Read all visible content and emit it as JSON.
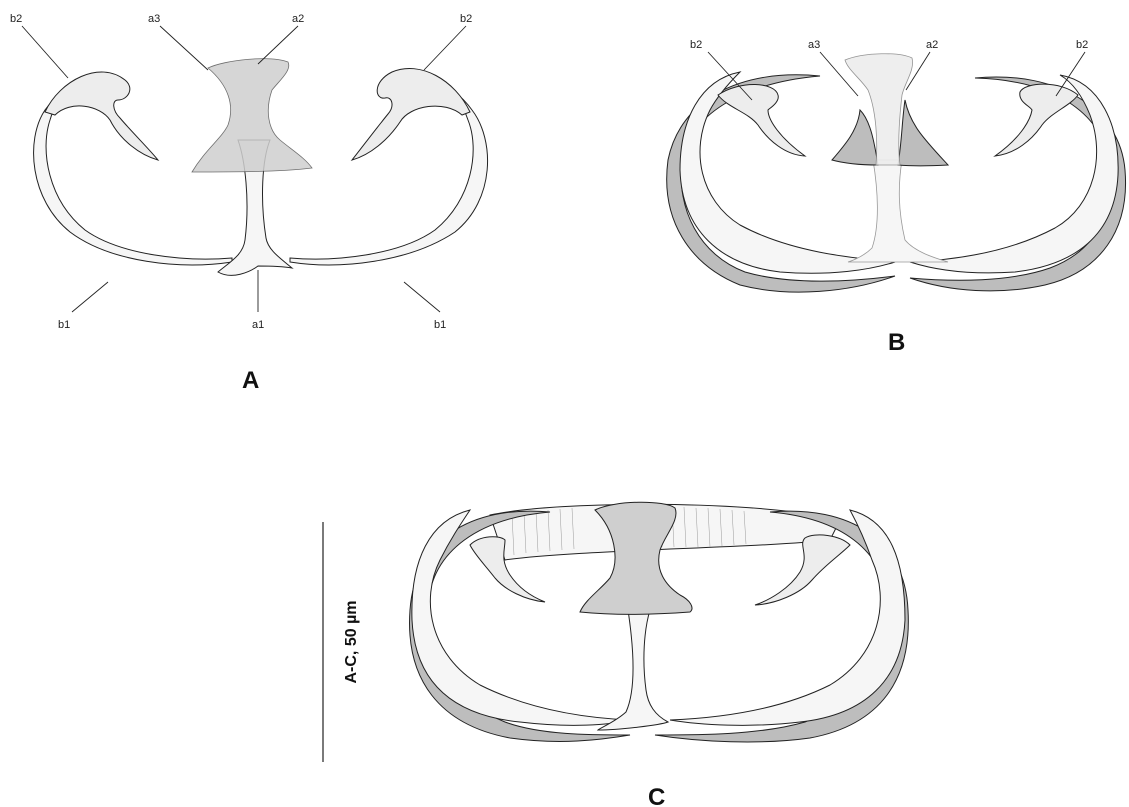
{
  "panels": {
    "a": {
      "label": "A",
      "parts": {
        "a1": "a1",
        "a2": "a2",
        "a3": "a3",
        "b1_left": "b1",
        "b1_right": "b1",
        "b2_left": "b2",
        "b2_right": "b2"
      }
    },
    "b": {
      "label": "B",
      "parts": {
        "a2": "a2",
        "a3": "a3",
        "b2_left": "b2",
        "b2_right": "b2"
      }
    },
    "c": {
      "label": "C"
    }
  },
  "scale_bar": {
    "label": "A-C, 50  µm"
  },
  "colors": {
    "outline": "#222222",
    "light_fill": "#f6f6f6",
    "dark_fill": "#bdbdbd"
  }
}
